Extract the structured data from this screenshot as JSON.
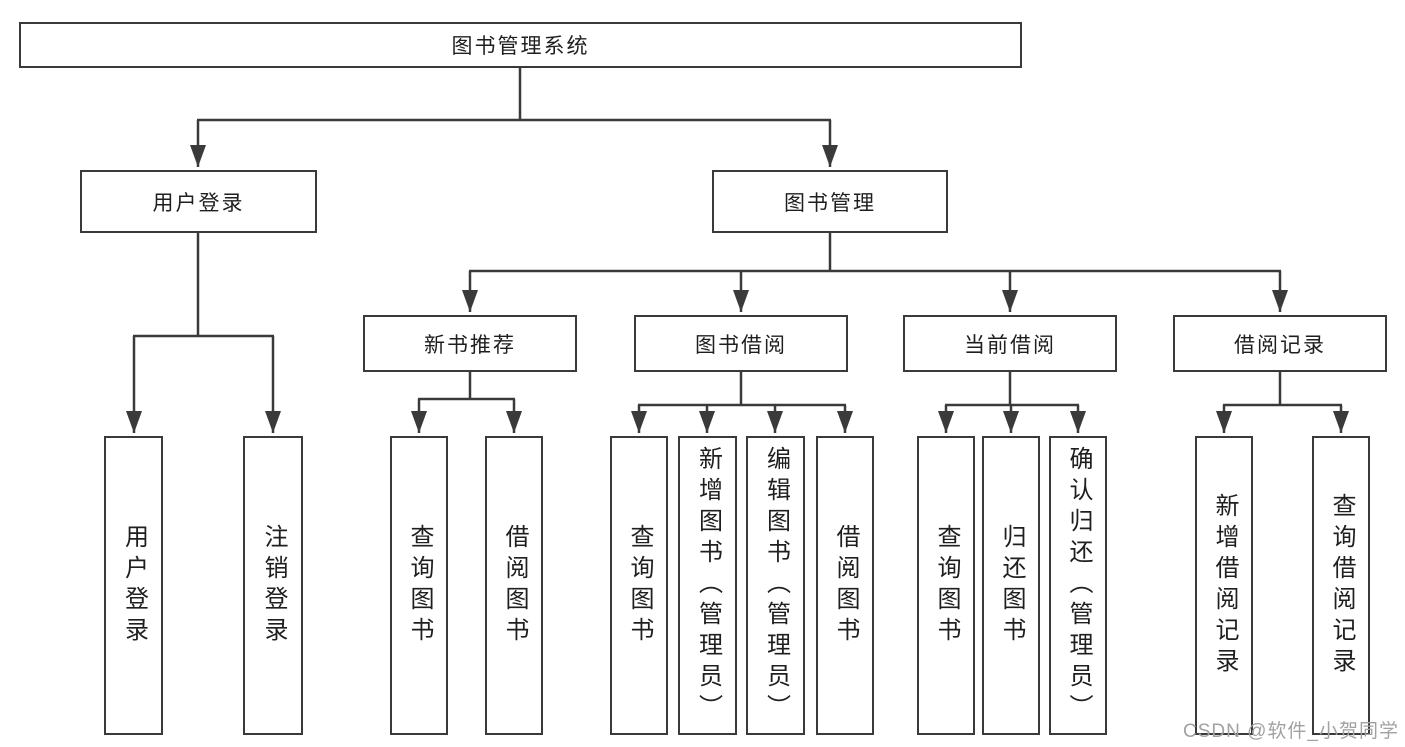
{
  "diagram": {
    "root": "图书管理系统",
    "branches": [
      {
        "label": "用户登录",
        "children": [
          "用户登录",
          "注销登录"
        ]
      },
      {
        "label": "图书管理",
        "groups": [
          {
            "label": "新书推荐",
            "children": [
              "查询图书",
              "借阅图书"
            ]
          },
          {
            "label": "图书借阅",
            "children": [
              "查询图书",
              "新增图书（管理员）",
              "编辑图书（管理员）",
              "借阅图书"
            ]
          },
          {
            "label": "当前借阅",
            "children": [
              "查询图书",
              "归还图书",
              "确认归还（管理员）"
            ]
          },
          {
            "label": "借阅记录",
            "children": [
              "新增借阅记录",
              "查询借阅记录"
            ]
          }
        ]
      }
    ]
  },
  "watermark": "CSDN @软件_小贺同学",
  "colors": {
    "line": "#3a3a3a",
    "text": "#1f1f1f",
    "watermark": "#a2a2a2",
    "background": "#ffffff"
  }
}
